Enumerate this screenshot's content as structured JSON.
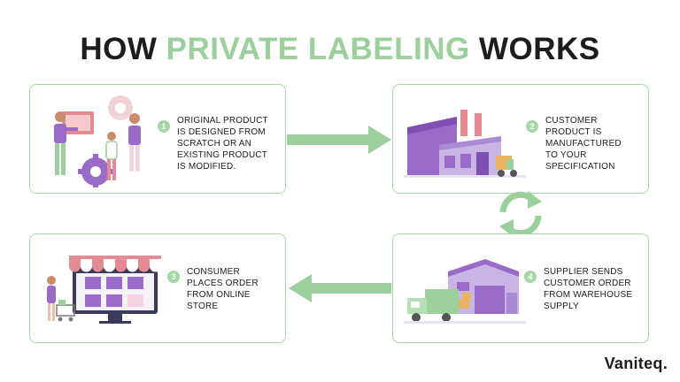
{
  "title": {
    "part1": "HOW ",
    "part2": "PRIVATE LABELING",
    "part3": " WORKS"
  },
  "steps": [
    {
      "number": "1",
      "text": "ORIGINAL PRODUCT\nIS DESIGNED FROM\nSCRATCH OR AN\nEXISTING PRODUCT\nIS MODIFIED."
    },
    {
      "number": "2",
      "text": "CUSTOMER\nPRODUCT IS\nMANUFACTURED\nTO YOUR\nSPECIFICATION"
    },
    {
      "number": "3",
      "text": "CONSUMER\nPLACES ORDER\nFROM ONLINE\nSTORE"
    },
    {
      "number": "4",
      "text": "SUPPLIER SENDS\nCUSTOMER ORDER\nFROM WAREHOUSE\nSUPPLY"
    }
  ],
  "brand": "Vaniteq.",
  "colors": {
    "accent": "#9bd09c",
    "card_border": "#a7d7a6",
    "purple": "#9a6ac8",
    "pink": "#e58a93",
    "dark": "#1d1d1b"
  },
  "icons": [
    "design-team-illustration",
    "factory-illustration",
    "online-store-illustration",
    "warehouse-truck-illustration",
    "cycle-arrows-icon"
  ]
}
